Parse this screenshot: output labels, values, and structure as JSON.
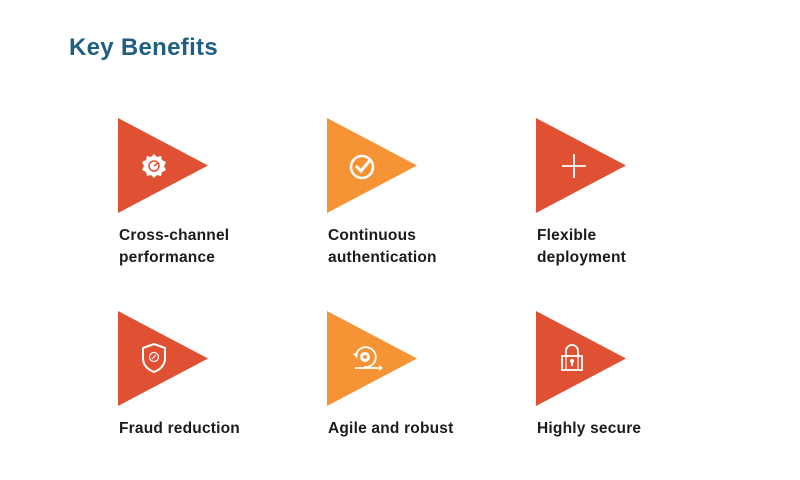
{
  "title": "Key Benefits",
  "colors": {
    "red": "#e05033",
    "orange": "#f59335",
    "title": "#1f5f80"
  },
  "benefits": [
    {
      "label": "Cross-channel\nperformance",
      "icon": "gauge-gear-icon",
      "color": "red"
    },
    {
      "label": "Continuous\nauthentication",
      "icon": "clock-check-icon",
      "color": "orange"
    },
    {
      "label": "Flexible\ndeployment",
      "icon": "crosshair-arrows-icon",
      "color": "red"
    },
    {
      "label": "Fraud reduction",
      "icon": "shield-icon",
      "color": "red"
    },
    {
      "label": "Agile and robust",
      "icon": "agile-cycle-icon",
      "color": "orange"
    },
    {
      "label": "Highly secure",
      "icon": "padlock-icon",
      "color": "red"
    }
  ]
}
